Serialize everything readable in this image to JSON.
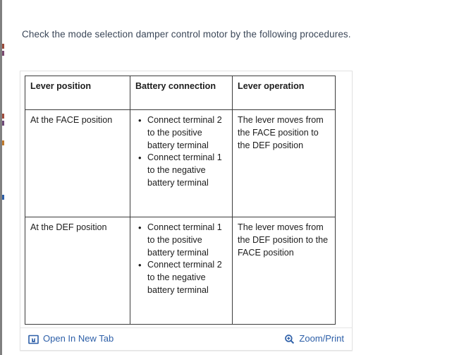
{
  "intro": {
    "text": "Check the mode selection damper control motor by the following procedures."
  },
  "figure": {
    "table": {
      "headers": [
        "Lever position",
        "Battery connection",
        "Lever operation"
      ],
      "rows": [
        {
          "lever_position": "At the FACE position",
          "battery_connection": [
            "Connect terminal 2 to the positive battery terminal",
            "Connect terminal 1 to the negative battery terminal"
          ],
          "lever_operation": "The lever moves from the FACE position to the DEF position"
        },
        {
          "lever_position": "At the DEF position",
          "battery_connection": [
            "Connect terminal 1 to the positive battery terminal",
            "Connect terminal 2 to the negative battery terminal"
          ],
          "lever_operation": "The lever moves from the DEF position to the FACE position"
        }
      ]
    },
    "footer": {
      "open_new_tab_label": "Open In New Tab",
      "open_new_tab_icon": "open-in-new-window-icon",
      "zoom_print_label": "Zoom/Print",
      "zoom_print_icon": "magnifier-plus-icon"
    }
  },
  "colors": {
    "link": "#2d5fa8",
    "body_text": "#3b4758",
    "table_text": "#1d1d1d",
    "table_border": "#3c3c3c",
    "panel_border": "#e2e2e2"
  }
}
